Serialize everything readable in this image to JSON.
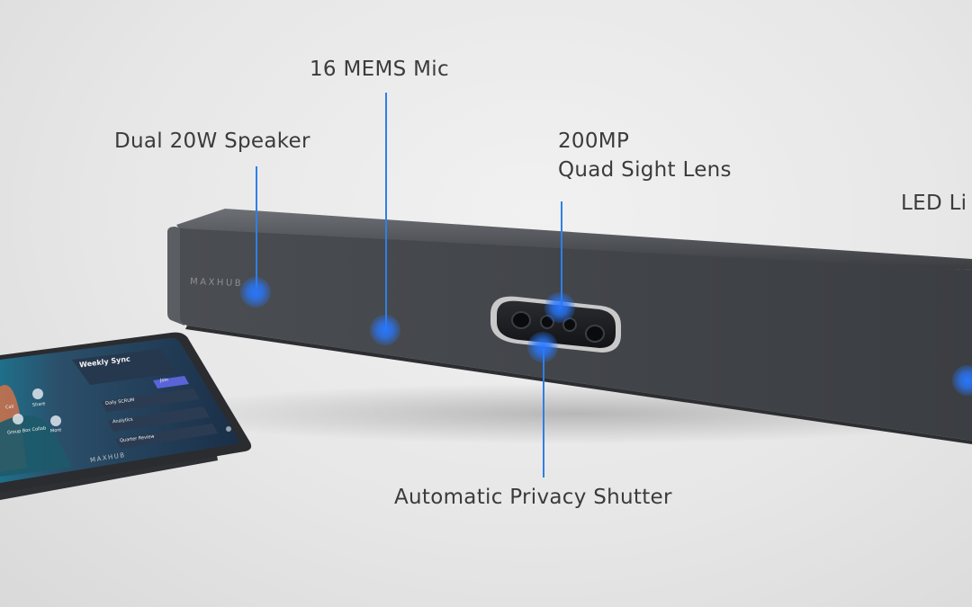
{
  "callouts": {
    "mic": "16 MEMS Mic",
    "speaker": "Dual 20W Speaker",
    "lens_line1": "200MP",
    "lens_line2": "Quad Sight Lens",
    "led": "LED Li",
    "shutter": "Automatic Privacy Shutter"
  },
  "device": {
    "brand": "MAXHUB"
  },
  "tablet": {
    "brand": "MAXHUB",
    "meeting_title": "Weekly Sync",
    "join_label": "Join",
    "items": [
      "Daily SCRUM",
      "Analytics",
      "Quarter Review"
    ],
    "shortcuts": [
      "Call",
      "Share",
      "Group Box Collab",
      "More"
    ]
  },
  "colors": {
    "callout_blue": "#2f7fe6",
    "device_fabric": "#3f4246",
    "background": "#e7e7e7"
  }
}
